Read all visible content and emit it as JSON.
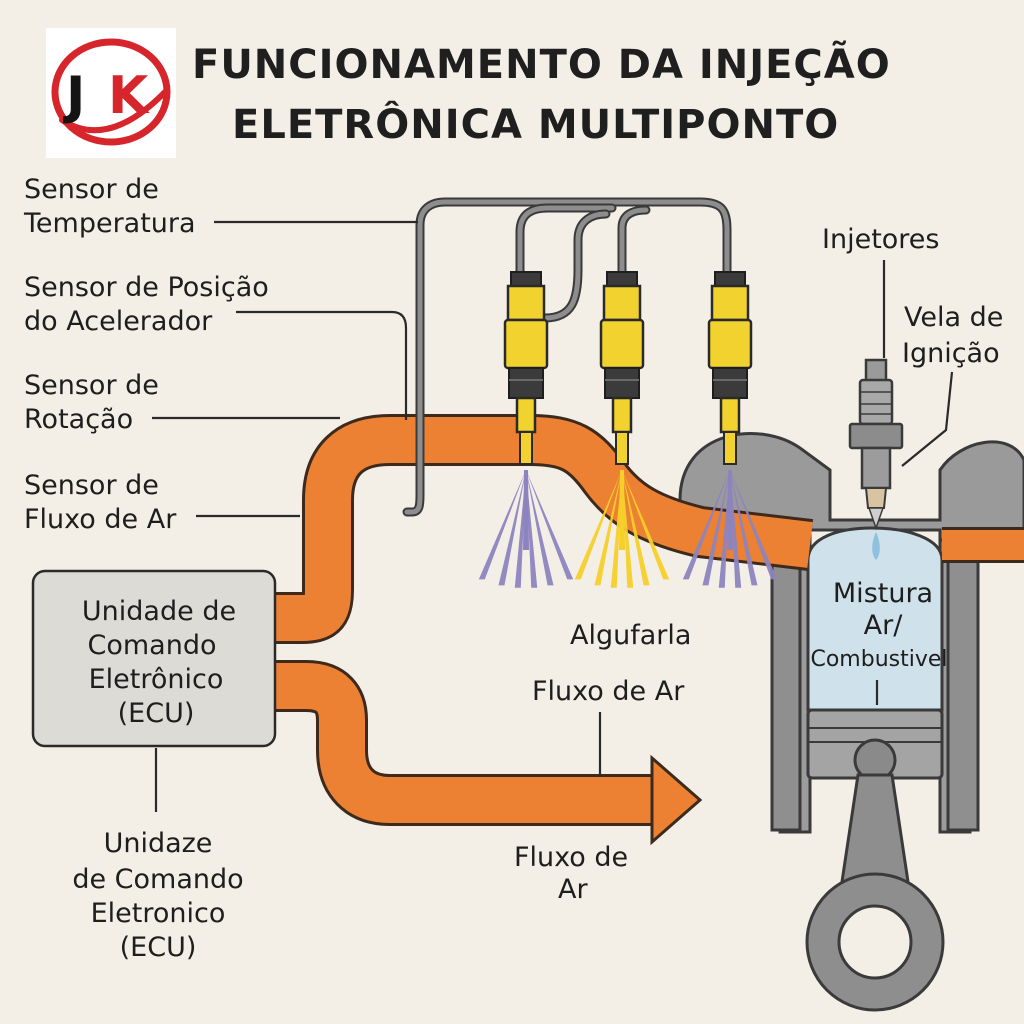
{
  "header": {
    "title_line1": "FUNCIONAMENTO DA INJEÇÃO",
    "title_line2": "ELETRÔNICA MULTIPONTO"
  },
  "logo": {
    "letter_j": "J",
    "letter_k": "K",
    "ring_color": "#d7262b"
  },
  "sensors": {
    "temperature": {
      "line1": "Sensor de",
      "line2": "Temperatura"
    },
    "throttle_position": {
      "line1": "Sensor de Posição",
      "line2": "do Acelerador"
    },
    "rotation": {
      "line1": "Sensor de",
      "line2": "Rotação"
    },
    "air_flow": {
      "line1": "Sensor de",
      "line2": "Fluxo de Ar"
    }
  },
  "ecu_box": {
    "line1": "Unidade de",
    "line2": "Comando",
    "line3": "Eletrônico",
    "line4": "(ECU)"
  },
  "ecu_caption": {
    "line1": "Unidaze",
    "line2": "de Comando",
    "line3": "Eletronico",
    "line4": "(ECU)"
  },
  "engine": {
    "injectors_label": "Injetores",
    "spark_plug_line1": "Vela de",
    "spark_plug_line2": "Ignição",
    "mixture_line1": "Mistura",
    "mixture_line2": "Ar/",
    "mixture_line3": "Combustivel"
  },
  "flow": {
    "spray_label": "Algufarla",
    "air_flow_upper": "Fluxo de Ar",
    "air_flow_lower_line1": "Fluxo de",
    "air_flow_lower_line2": "Ar"
  },
  "colors": {
    "background": "#f3efe6",
    "manifold_orange": "#ec8033",
    "injector_yellow": "#f2d22e",
    "spray_purple": "#8d84bf",
    "spray_yellow": "#f6cf2a",
    "ecu_box": "#dcdbd6",
    "engine_gray": "#9a9a9a",
    "mixture_blue": "#cfe1ea"
  }
}
